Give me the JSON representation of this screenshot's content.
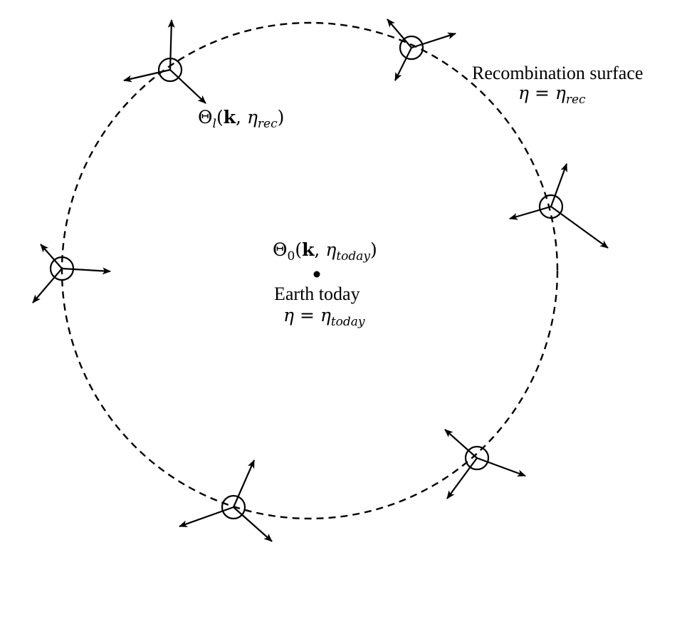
{
  "labels": {
    "recombination_title": "Recombination surface",
    "recombination_eta_lhs": "η",
    "recombination_eq": "=",
    "recombination_eta_rhs": "η",
    "recombination_sub": "rec",
    "theta_l_symbol": "Θ",
    "theta_l_sub": "l",
    "theta_l_open": "(",
    "theta_l_k": "k",
    "theta_l_comma": ",",
    "theta_l_eta": "η",
    "theta_l_eta_sub": "rec",
    "theta_l_close": ")",
    "theta_0_symbol": "Θ",
    "theta_0_sub": "0",
    "theta_0_open": "(",
    "theta_0_k": "k",
    "theta_0_comma": ",",
    "theta_0_eta": "η",
    "theta_0_eta_sub": "today",
    "theta_0_close": ")",
    "earth_title": "Earth today",
    "earth_eta_lhs": "η",
    "earth_eq": "=",
    "earth_eta_rhs": "η",
    "earth_sub": "today"
  },
  "colors": {
    "ink": "#000000",
    "background": "#ffffff"
  }
}
